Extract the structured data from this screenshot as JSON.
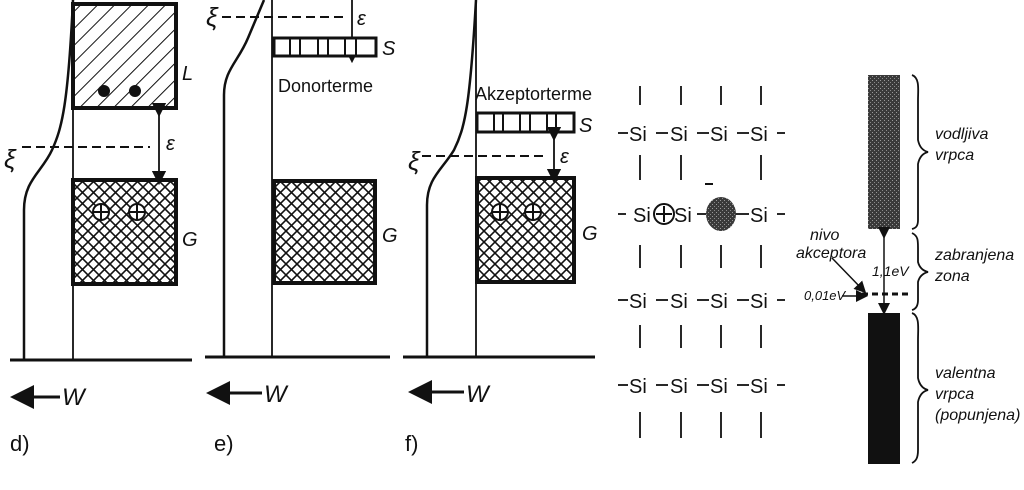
{
  "colors": {
    "ink": "#111111",
    "background": "#ffffff"
  },
  "panel_d": {
    "caption": "d)",
    "axis_label": "W",
    "fermi_symbol": "ξ",
    "gap_symbol": "ε",
    "upper_band": "L",
    "lower_band": "G"
  },
  "panel_e": {
    "caption": "e)",
    "axis_label": "W",
    "fermi_symbol": "ξ",
    "gap_symbol": "ε",
    "level_label": "S",
    "level_title": "Donorterme",
    "lower_band": "G"
  },
  "panel_f": {
    "caption": "f)",
    "axis_label": "W",
    "fermi_symbol": "ξ",
    "gap_symbol": "ε",
    "level_label": "S",
    "level_title": "Akzeptorterme",
    "lower_band": "G"
  },
  "lattice": {
    "rows": [
      [
        "Si",
        "Si",
        "Si",
        "Si"
      ],
      [
        "Si",
        "Si",
        "",
        "Si"
      ],
      [
        "Si",
        "Si",
        "Si",
        "Si"
      ],
      [
        "Si",
        "Si",
        "Si",
        "Si"
      ]
    ],
    "hole_symbol": "+",
    "electron_symbol": "-"
  },
  "band_diagram": {
    "conduction_band": [
      "vodljiva",
      "vrpca"
    ],
    "forbidden_zone": [
      "zabranjena",
      "zona"
    ],
    "valence_band": [
      "valentna",
      "vrpca",
      "(popunjena)"
    ],
    "acceptor_level": [
      "nivo",
      "akceptora"
    ],
    "gap_energy": "1,1eV",
    "acceptor_energy": "0,01eV"
  }
}
